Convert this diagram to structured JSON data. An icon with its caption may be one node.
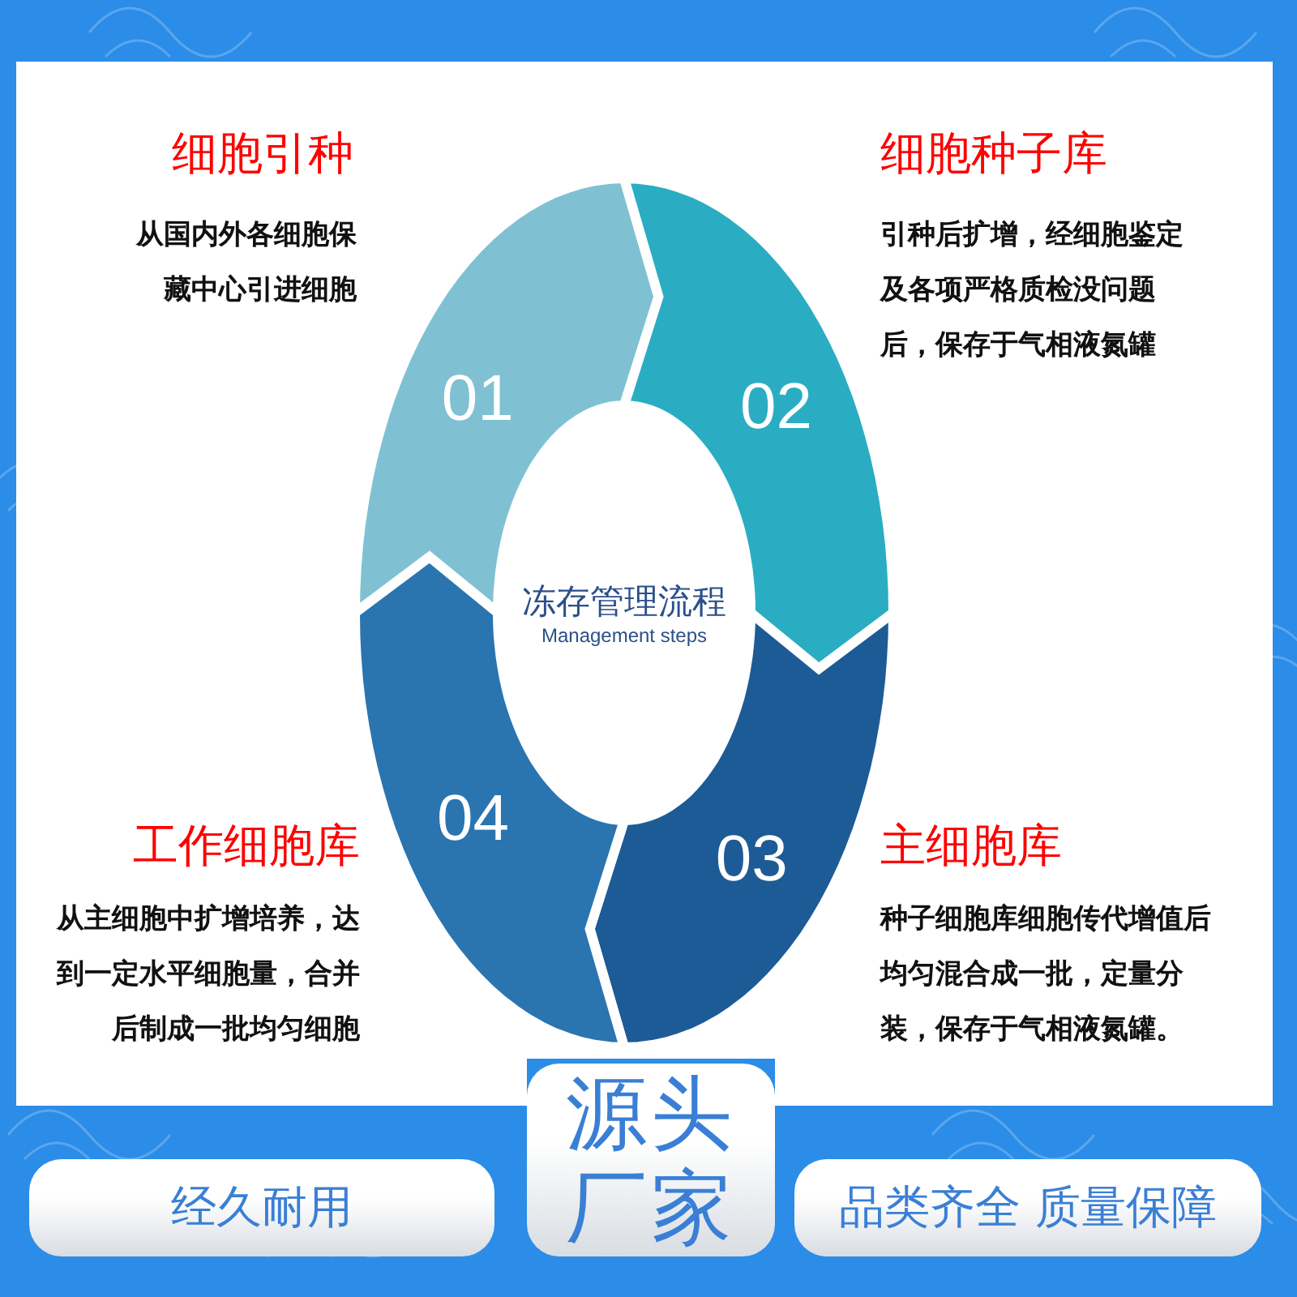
{
  "diagram": {
    "nodes": [
      {
        "text": [
          "01"
        ],
        "beside": [
          "细胞引种",
          "从国内外各细胞保藏中心引进细胞"
        ]
      },
      {
        "text": [
          "02"
        ],
        "beside": [
          "细胞种子库",
          "引种后扩增，经细胞鉴定及各项严格质检没问题后，保存于气相液氮罐"
        ]
      },
      {
        "text": [
          "03"
        ],
        "beside": [
          "主细胞库",
          "种子细胞库细胞传代增值后均匀混合成一批，定量分装，保存于气相液氮罐。"
        ]
      },
      {
        "text": [
          "04"
        ],
        "beside": [
          "工作细胞库",
          "从主细胞中扩增培养，达到一定水平细胞量，合并后制成一批均匀细胞"
        ]
      },
      {
        "text": [
          "冻存管理流程",
          "Management steps"
        ]
      },
      {
        "text": [
          "经久耐用"
        ]
      },
      {
        "text": [
          "源头厂家"
        ]
      },
      {
        "text": [
          "品类齐全 质量保障"
        ]
      }
    ]
  }
}
